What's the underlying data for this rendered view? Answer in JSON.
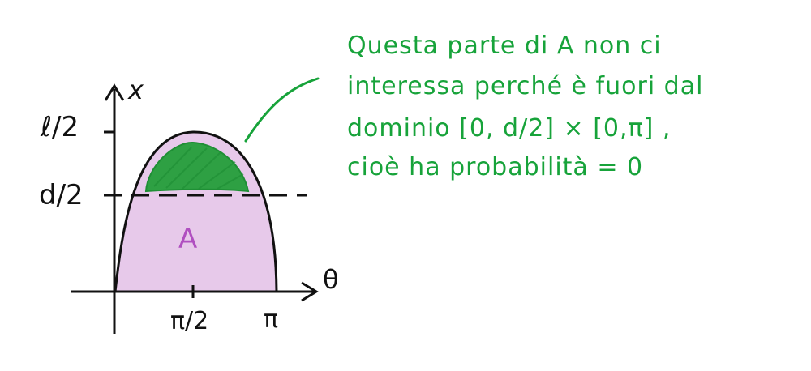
{
  "diagram": {
    "region_label": "A",
    "axes": {
      "horizontal_axis_label": "θ",
      "vertical_axis_label": "x",
      "x_ticks": [
        "π/2",
        "π"
      ],
      "y_ticks": [
        "ℓ/2",
        "d/2"
      ]
    },
    "annotation": {
      "lines": [
        "Questa parte di A non ci",
        "interessa perché è fuori dal",
        "dominio [0, d/2] × [0,π] ,",
        "cioè ha probabilità = 0"
      ]
    },
    "colors": {
      "region_fill": "#e7c9ea",
      "hatch_fill": "#2ea043",
      "annotation_text": "#17a33a",
      "axes": "#111111",
      "region_label": "#b04fc0"
    }
  }
}
